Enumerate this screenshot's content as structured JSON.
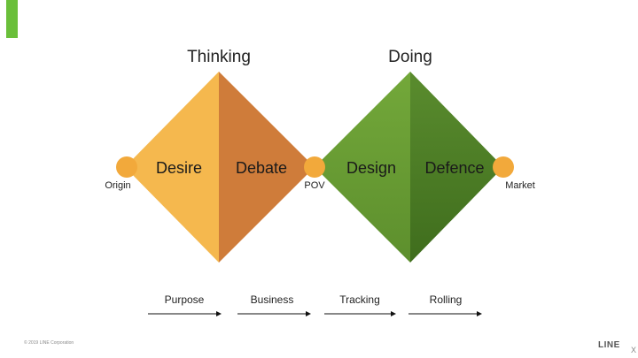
{
  "phases": [
    {
      "label": "Thinking"
    },
    {
      "label": "Doing"
    }
  ],
  "stages": [
    {
      "label": "Desire",
      "color": "#f5b84e"
    },
    {
      "label": "Debate",
      "color": "#cf7c3a"
    },
    {
      "label": "Design",
      "color": "#6a9c34"
    },
    {
      "label": "Defence",
      "color": "#4e7d25"
    }
  ],
  "milestones": [
    {
      "label": "Origin"
    },
    {
      "label": "POV"
    },
    {
      "label": "Market"
    }
  ],
  "steps": [
    {
      "label": "Purpose"
    },
    {
      "label": "Business"
    },
    {
      "label": "Tracking"
    },
    {
      "label": "Rolling"
    }
  ],
  "colors": {
    "milestone_dot": "#f2a93b",
    "accent": "#6abf3a"
  },
  "footer": {
    "copyright": "© 2019 LINE Corporation",
    "logo": "LINE",
    "close": "X"
  }
}
